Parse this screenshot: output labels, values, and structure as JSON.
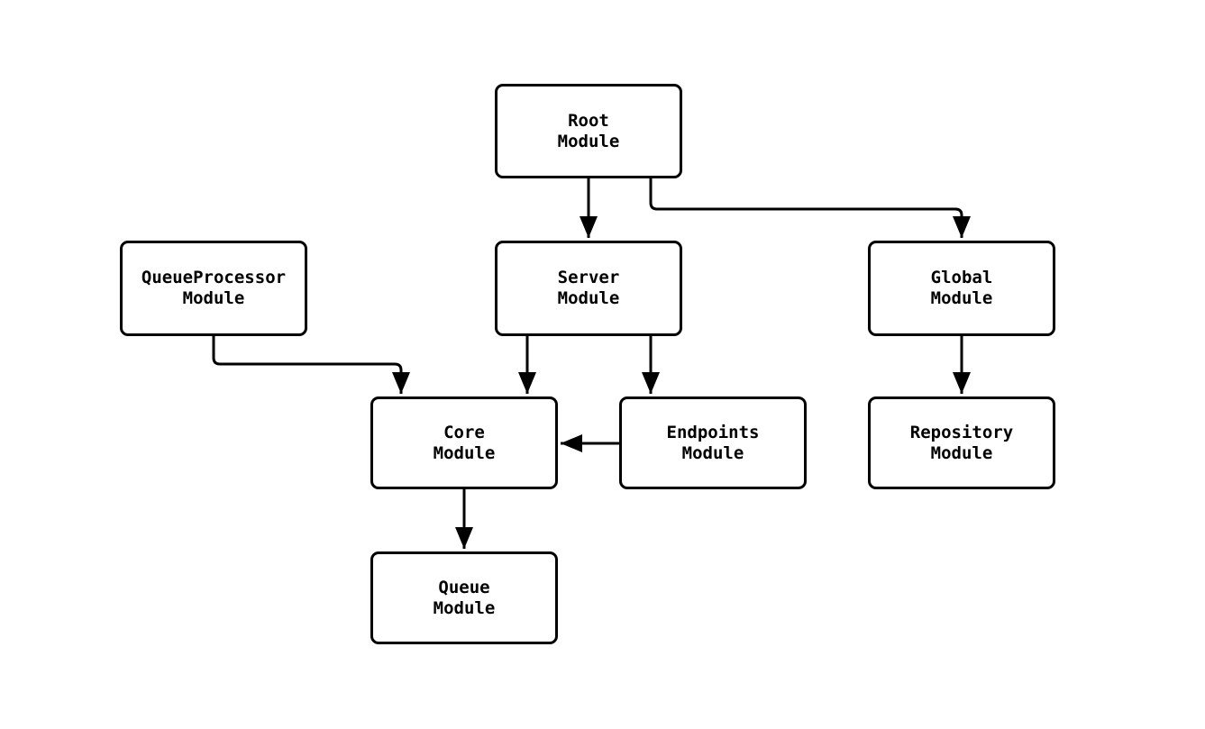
{
  "diagram": {
    "background_color": "#ffffff",
    "node_border_color": "#000000",
    "node_fill_color": "#ffffff",
    "edge_color": "#000000",
    "nodes": [
      {
        "id": "root",
        "label": "Root\nModule"
      },
      {
        "id": "queueprocessor",
        "label": "QueueProcessor\nModule"
      },
      {
        "id": "server",
        "label": "Server\nModule"
      },
      {
        "id": "global",
        "label": "Global\nModule"
      },
      {
        "id": "core",
        "label": "Core\nModule"
      },
      {
        "id": "endpoints",
        "label": "Endpoints\nModule"
      },
      {
        "id": "repository",
        "label": "Repository\nModule"
      },
      {
        "id": "queue",
        "label": "Queue\nModule"
      }
    ],
    "edges": [
      {
        "from": "root",
        "to": "server"
      },
      {
        "from": "root",
        "to": "global"
      },
      {
        "from": "queueprocessor",
        "to": "core"
      },
      {
        "from": "server",
        "to": "core"
      },
      {
        "from": "server",
        "to": "endpoints"
      },
      {
        "from": "endpoints",
        "to": "core"
      },
      {
        "from": "global",
        "to": "repository"
      },
      {
        "from": "core",
        "to": "queue"
      }
    ]
  }
}
